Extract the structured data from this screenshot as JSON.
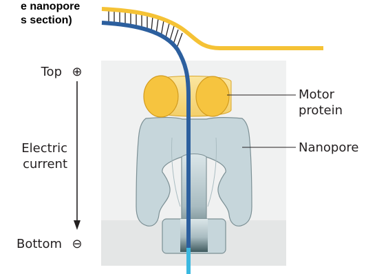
{
  "title": {
    "line1": "e nanopore",
    "line2": "s section)"
  },
  "labels": {
    "top": "Top",
    "top_symbol": "⊕",
    "bottom": "Bottom",
    "bottom_symbol": "⊖",
    "current_line1": "Electric",
    "current_line2": "current",
    "motor_line1": "Motor",
    "motor_line2": "protein",
    "nanopore": "Nanopore"
  },
  "colors": {
    "strand_yellow": "#f5c235",
    "strand_blue": "#2c5f9e",
    "strand_cyan": "#3ab8e0",
    "motor": "#f6c43f",
    "pore": "#c9d8dd",
    "membrane": "#e4e6e6"
  },
  "icons": {
    "top_symbol": "plus-circle-icon",
    "bottom_symbol": "minus-circle-icon",
    "current_arrow": "down-arrow-icon"
  }
}
